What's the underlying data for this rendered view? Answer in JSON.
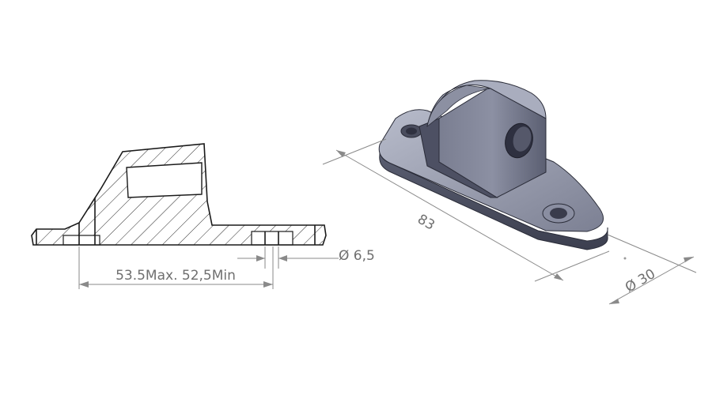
{
  "section_view": {
    "dimension_length": "53.5Max. 52,5Min",
    "dimension_hole": "Ø 6,5"
  },
  "iso_view": {
    "dimension_length": "83",
    "dimension_width": "Ø 30"
  },
  "colors": {
    "line": "#1a1a1a",
    "dimension": "#8a8a8a",
    "part_body": "#6b6f82",
    "part_light": "#a3a7b8",
    "part_dark": "#3f4254"
  }
}
